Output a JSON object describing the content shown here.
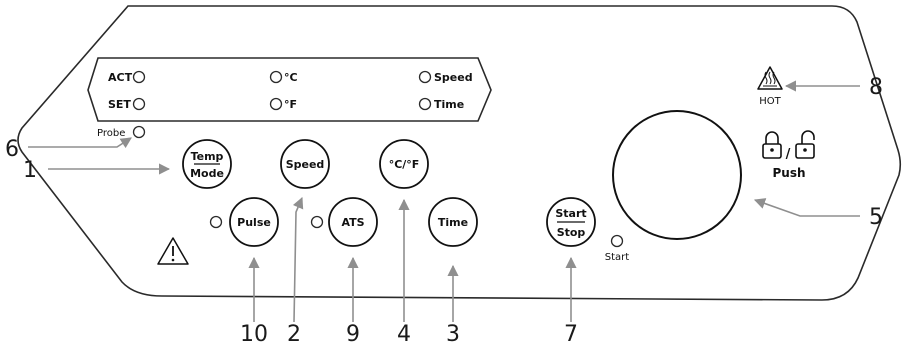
{
  "display": {
    "labels": [
      "ACT",
      "SET",
      "°C",
      "°F",
      "Speed",
      "Time"
    ]
  },
  "indicators": {
    "probe": "Probe",
    "start": "Start"
  },
  "buttons": {
    "temp_mode_top": "Temp",
    "temp_mode_bottom": "Mode",
    "speed": "Speed",
    "unit_toggle": "°C/°F",
    "pulse": "Pulse",
    "ats": "ATS",
    "time": "Time",
    "start_stop_top": "Start",
    "start_stop_bottom": "Stop"
  },
  "knob": {
    "lock_separator": "/",
    "push": "Push"
  },
  "hot_warning": {
    "label": "HOT"
  },
  "callouts": [
    "1",
    "2",
    "3",
    "4",
    "5",
    "6",
    "7",
    "8",
    "9",
    "10"
  ],
  "colors": {
    "outline": "#2a2a2a",
    "leader_line": "#8f8f8f",
    "background": "#ffffff"
  }
}
